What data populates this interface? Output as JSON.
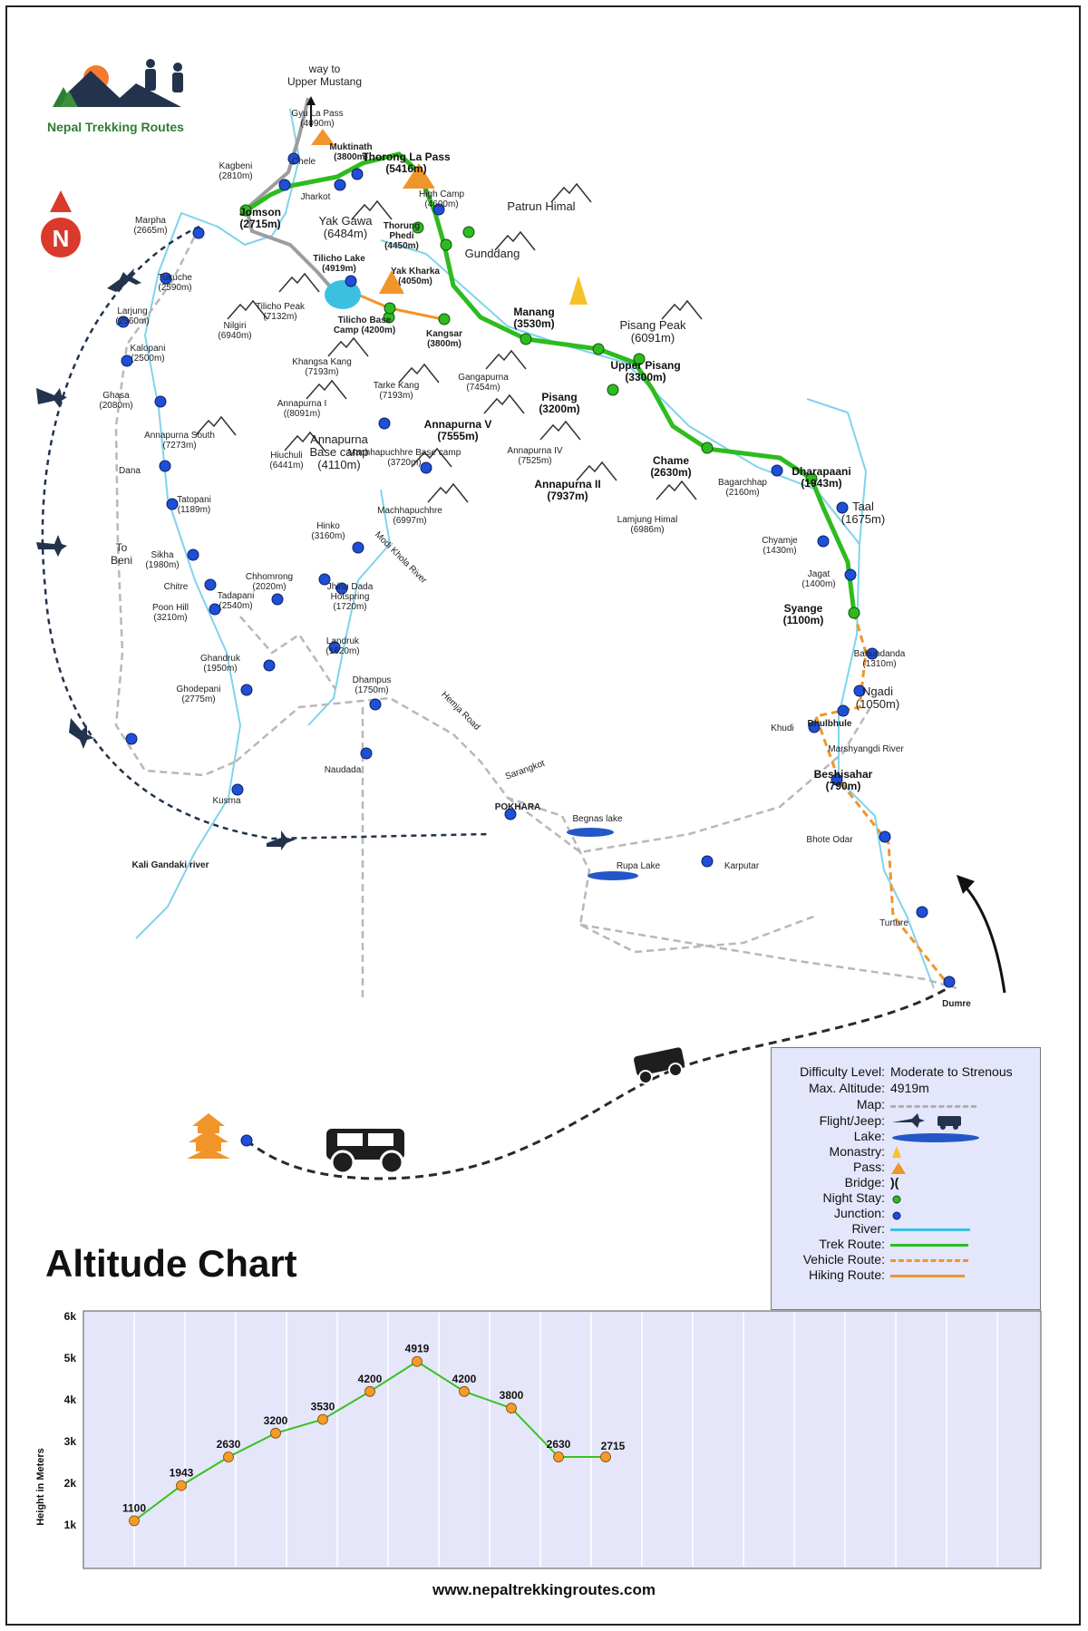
{
  "brand": {
    "name": "Nepal Trekking Routes",
    "website": "www.nepaltrekkingroutes.com"
  },
  "map": {
    "way_to": "way to\nUpper Mustang",
    "to_beni": "To\nBeni",
    "places": [
      {
        "id": "gyu-la-pass",
        "text": "Gyu La Pass\n(4090m)"
      },
      {
        "id": "muktinath",
        "text": "Muktinath\n(3800m)"
      },
      {
        "id": "thorong-la-pass",
        "text": "Thorong La Pass\n(5416m)"
      },
      {
        "id": "chele",
        "text": "Chele"
      },
      {
        "id": "kagbeni",
        "text": "Kagbeni\n(2810m)"
      },
      {
        "id": "jharkot",
        "text": "Jharkot"
      },
      {
        "id": "high-camp",
        "text": "High Camp\n(4600m)"
      },
      {
        "id": "patrun-himal",
        "text": "Patrun Himal"
      },
      {
        "id": "marpha",
        "text": "Marpha\n(2665m)"
      },
      {
        "id": "jomson",
        "text": "Jomson\n(2715m)"
      },
      {
        "id": "yak-gawa",
        "text": "Yak Gawa\n(6484m)"
      },
      {
        "id": "thorung-phedi",
        "text": "Thorung\nPhedi\n(4450m)"
      },
      {
        "id": "gunddang",
        "text": "Gunddang"
      },
      {
        "id": "tukuche",
        "text": "Tukuche\n(2590m)"
      },
      {
        "id": "tilicho-lake",
        "text": "Tilicho Lake\n(4919m)"
      },
      {
        "id": "yak-kharka",
        "text": "Yak Kharka\n(4050m)"
      },
      {
        "id": "tilicho-peak",
        "text": "Tilicho Peak\n(7132m)"
      },
      {
        "id": "larjung",
        "text": "Larjung\n(2560m)"
      },
      {
        "id": "nilgiri",
        "text": "Nilgiri\n(6940m)"
      },
      {
        "id": "tilicho-base-camp",
        "text": "Tilicho Base\nCamp (4200m)"
      },
      {
        "id": "kangsar",
        "text": "Kangsar\n(3800m)"
      },
      {
        "id": "manang",
        "text": "Manang\n(3530m)"
      },
      {
        "id": "pisang-peak",
        "text": "Pisang Peak\n(6091m)"
      },
      {
        "id": "kalopani",
        "text": "Kalopani\n(2500m)"
      },
      {
        "id": "khangsa-kang",
        "text": "Khangsa Kang\n(7193m)"
      },
      {
        "id": "gangapurna",
        "text": "Gangapurna\n(7454m)"
      },
      {
        "id": "upper-pisang",
        "text": "Upper Pisang\n(3300m)"
      },
      {
        "id": "tarke-kang",
        "text": "Tarke Kang\n(7193m)"
      },
      {
        "id": "ghasa",
        "text": "Ghasa\n(2080m)"
      },
      {
        "id": "annapurna-i",
        "text": "Annapurna I\n((8091m)"
      },
      {
        "id": "pisang",
        "text": "Pisang\n(3200m)"
      },
      {
        "id": "annapurna-south",
        "text": "Annapurna South\n(7273m)"
      },
      {
        "id": "annapurna-v",
        "text": "Annapurna V\n(7555m)"
      },
      {
        "id": "annapurna-base-camp",
        "text": "Annapurna\nBase camp\n(4110m)"
      },
      {
        "id": "hiuchuli",
        "text": "Hiuchuli\n(6441m)"
      },
      {
        "id": "machhapuchhre-base-camp",
        "text": "Machhapuchhre Base camp\n(3720m)"
      },
      {
        "id": "annapurna-iv",
        "text": "Annapurna IV\n(7525m)"
      },
      {
        "id": "chame",
        "text": "Chame\n(2630m)"
      },
      {
        "id": "dana",
        "text": "Dana"
      },
      {
        "id": "annapurna-ii",
        "text": "Annapurna II\n(7937m)"
      },
      {
        "id": "bagarchhap",
        "text": "Bagarchhap\n(2160m)"
      },
      {
        "id": "dharapaani",
        "text": "Dharapaani\n(1943m)"
      },
      {
        "id": "tatopani",
        "text": "Tatopani\n(1189m)"
      },
      {
        "id": "machhapuchhre",
        "text": "Machhapuchhre\n(6997m)"
      },
      {
        "id": "lamjung-himal",
        "text": "Lamjung Himal\n(6986m)"
      },
      {
        "id": "taal",
        "text": "Taal\n(1675m)"
      },
      {
        "id": "hinko",
        "text": "Hinko\n(3160m)"
      },
      {
        "id": "modi-khola-river",
        "text": "Modi Khola River"
      },
      {
        "id": "chyamje",
        "text": "Chyamje\n(1430m)"
      },
      {
        "id": "sikha",
        "text": "Sikha\n(1980m)"
      },
      {
        "id": "chhomrong",
        "text": "Chhomrong\n(2020m)"
      },
      {
        "id": "jagat",
        "text": "Jagat\n(1400m)"
      },
      {
        "id": "chitre",
        "text": "Chitre"
      },
      {
        "id": "jhinu-dada",
        "text": "Jhinu Dada\nHotspring\n(1720m)"
      },
      {
        "id": "tadapani",
        "text": "Tadapani\n(2540m)"
      },
      {
        "id": "syange",
        "text": "Syange\n(1100m)"
      },
      {
        "id": "poon-hill",
        "text": "Poon Hill\n(3210m)"
      },
      {
        "id": "bahundanda",
        "text": "Bahundanda\n(1310m)"
      },
      {
        "id": "landruk",
        "text": "Landruk\n(1620m)"
      },
      {
        "id": "ghandruk",
        "text": "Ghandruk\n(1950m)"
      },
      {
        "id": "ngadi",
        "text": "Ngadi\n(1050m)"
      },
      {
        "id": "dhampus",
        "text": "Dhampus\n(1750m)"
      },
      {
        "id": "ghodepani",
        "text": "Ghodepani\n(2775m)"
      },
      {
        "id": "hemja-road",
        "text": "Hemja Road"
      },
      {
        "id": "khudi",
        "text": "Khudi"
      },
      {
        "id": "bhulbhule",
        "text": "Bhulbhule"
      },
      {
        "id": "marshyangdi-river",
        "text": "Marshyangdi River"
      },
      {
        "id": "naudada",
        "text": "Naudada"
      },
      {
        "id": "sarangkot",
        "text": "Sarangkot"
      },
      {
        "id": "beshisahar",
        "text": "Beshisahar\n(790m)"
      },
      {
        "id": "kusma",
        "text": "Kusma"
      },
      {
        "id": "pokhara",
        "text": "POKHARA"
      },
      {
        "id": "begnas-lake",
        "text": "Begnas lake"
      },
      {
        "id": "bhote-odar",
        "text": "Bhote Odar"
      },
      {
        "id": "kali-gandaki-river",
        "text": "Kali Gandaki river"
      },
      {
        "id": "rupa-lake",
        "text": "Rupa Lake"
      },
      {
        "id": "karputar",
        "text": "Karputar"
      },
      {
        "id": "turture",
        "text": "Turture"
      },
      {
        "id": "dumre",
        "text": "Dumre"
      }
    ]
  },
  "legend": {
    "difficulty_key": "Difficulty Level:",
    "difficulty_val": "Moderate to Strenous",
    "altitude_key": "Max. Altitude:",
    "altitude_val": "4919m",
    "map": "Map:",
    "flight": "Flight/Jeep:",
    "lake": "Lake:",
    "monastry": "Monastry:",
    "pass": "Pass:",
    "bridge": "Bridge:",
    "night_stay": "Night Stay:",
    "junction": "Junction:",
    "river": "River:",
    "trek_route": "Trek Route:",
    "vehicle_route": "Vehicle Route:",
    "hiking_route": "Hiking Route:",
    "colors": {
      "river": "#3cc0e0",
      "trek": "#2dbb1f",
      "vehicle": "#f0952a",
      "hiking": "#f0952a",
      "night": "#2dbb1f",
      "junction": "#1f4fd6",
      "lake": "#2357c8",
      "map": "#b0b0b0"
    }
  },
  "altitude_chart": {
    "title": "Altitude Chart",
    "chart_data": {
      "type": "line",
      "ylabel": "Height in Meters",
      "yticks": [
        "6k",
        "5k",
        "4k",
        "3k",
        "2k",
        "1k"
      ],
      "ylim": [
        1000,
        6000
      ],
      "points": [
        {
          "stage": 1,
          "value": 1100,
          "label": "1100"
        },
        {
          "stage": 2,
          "value": 1943,
          "label": "1943"
        },
        {
          "stage": 3,
          "value": 2630,
          "label": "2630"
        },
        {
          "stage": 4,
          "value": 3200,
          "label": "3200"
        },
        {
          "stage": 5,
          "value": 3530,
          "label": "3530"
        },
        {
          "stage": 6,
          "value": 4200,
          "label": "4200"
        },
        {
          "stage": 7,
          "value": 4919,
          "label": "4919"
        },
        {
          "stage": 8,
          "value": 4200,
          "label": "4200"
        },
        {
          "stage": 9,
          "value": 3800,
          "label": "3800"
        },
        {
          "stage": 10,
          "value": 2630,
          "label": "2630"
        },
        {
          "stage": 11,
          "value": 2630,
          "label": "2715"
        }
      ],
      "line_color": "#39c21f",
      "marker_color": "#f59b2a",
      "background": "#e5e6fa"
    }
  }
}
